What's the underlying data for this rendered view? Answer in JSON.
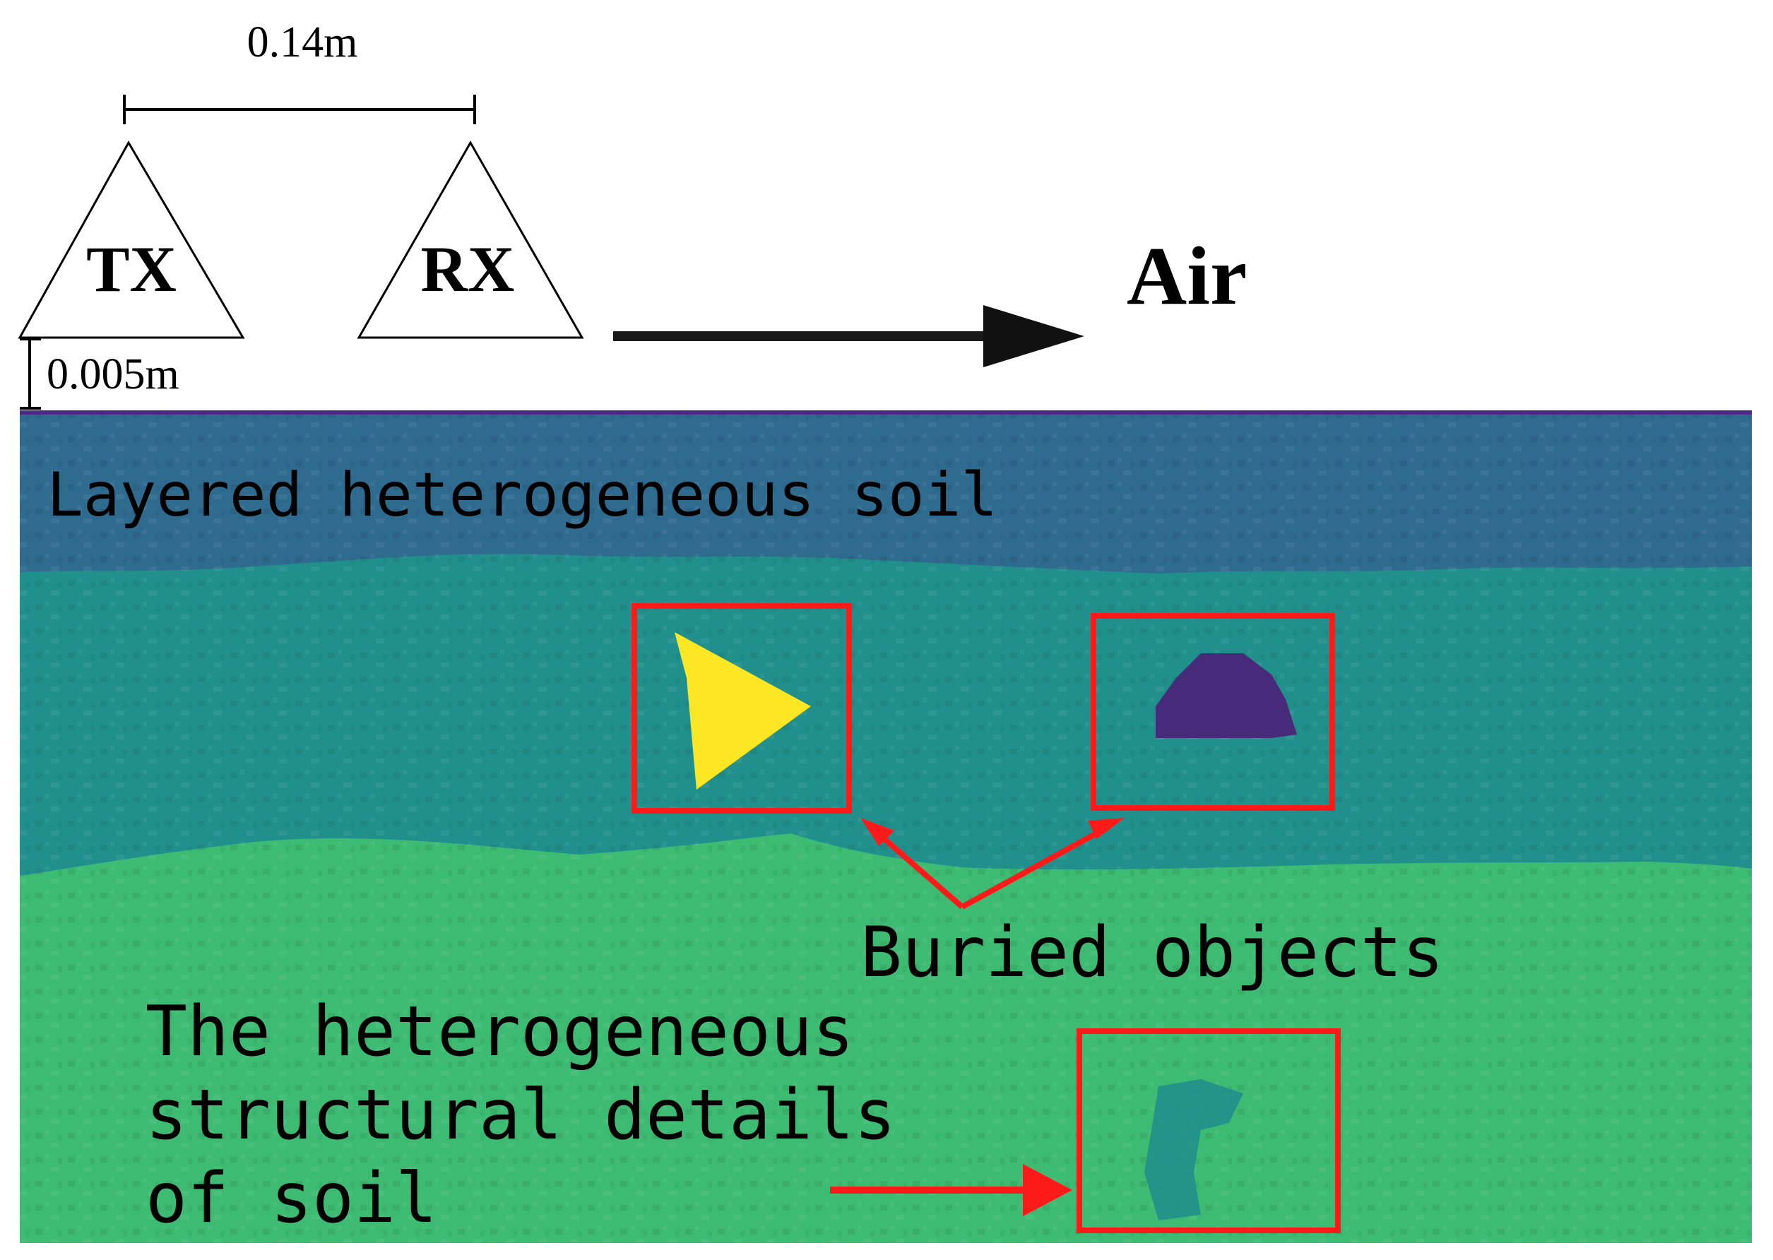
{
  "labels": {
    "spacing": "0.14m",
    "tx": "TX",
    "rx": "RX",
    "air": "Air",
    "height": "0.005m",
    "soil_layer": "Layered heterogeneous soil",
    "buried": "Buried objects",
    "details_line1": "The heterogeneous",
    "details_line2": "structural details",
    "details_line3": "of soil"
  },
  "colors": {
    "background": "#ffffff",
    "surface_line": "#4b2a86",
    "soil_top": "#2f6b8f",
    "soil_mid": "#21908c",
    "soil_bottom": "#3dbb73",
    "triangle_object": "#fde725",
    "dome_object": "#472a7a",
    "highlight": "#ff1a1a",
    "text": "#000000"
  }
}
